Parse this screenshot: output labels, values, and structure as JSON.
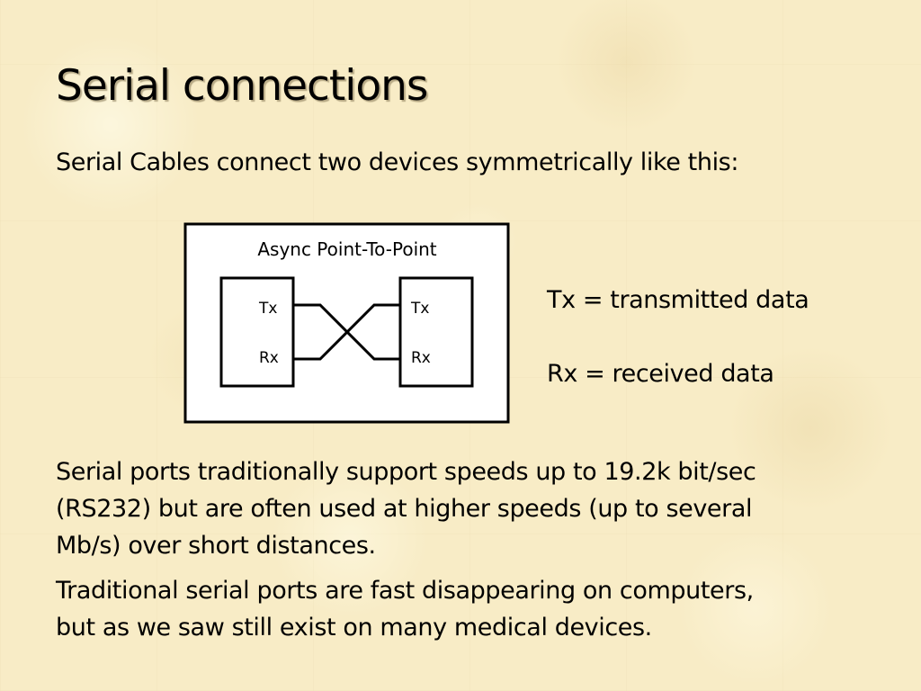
{
  "slide": {
    "title": "Serial connections",
    "intro": "Serial Cables connect two devices symmetrically like this:"
  },
  "diagram": {
    "heading": "Async Point-To-Point",
    "left_device": {
      "tx_label": "Tx",
      "rx_label": "Rx"
    },
    "right_device": {
      "tx_label": "Tx",
      "rx_label": "Rx"
    }
  },
  "legend": {
    "tx": "Tx = transmitted data",
    "rx": "Rx = received data"
  },
  "paragraphs": {
    "speeds": [
      "Serial ports traditionally support speeds up to 19.2k bit/sec",
      "(RS232) but are often used at higher speeds (up to several",
      "Mb/s) over short distances."
    ],
    "disappearing": [
      "Traditional serial ports are fast disappearing on computers,",
      "but as we saw still exist on many medical devices."
    ]
  }
}
